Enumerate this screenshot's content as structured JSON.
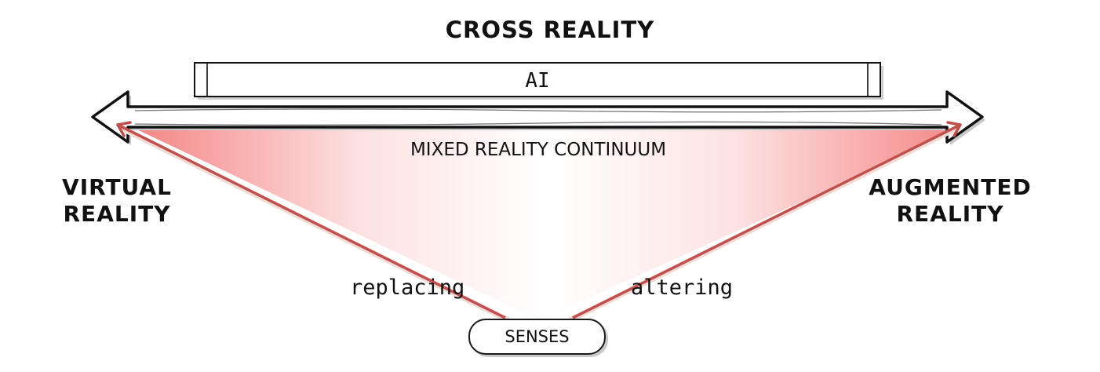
{
  "title": "CROSS REALITY",
  "ai_bar": {
    "label": "AI"
  },
  "continuum": {
    "label": "MIXED REALITY CONTINUUM"
  },
  "left_end": {
    "line1": "VIRTUAL",
    "line2": "REALITY"
  },
  "right_end": {
    "line1": "AUGMENTED",
    "line2": "REALITY"
  },
  "left_path": {
    "label": "replacing"
  },
  "right_path": {
    "label": "altering"
  },
  "origin": {
    "label": "SENSES"
  },
  "colors": {
    "gradient_edge": "#f58a8a",
    "gradient_center": "#ffffff",
    "path_arrow": "#c0504d",
    "outline": "#111111",
    "shadow": "#c8c8c8"
  }
}
